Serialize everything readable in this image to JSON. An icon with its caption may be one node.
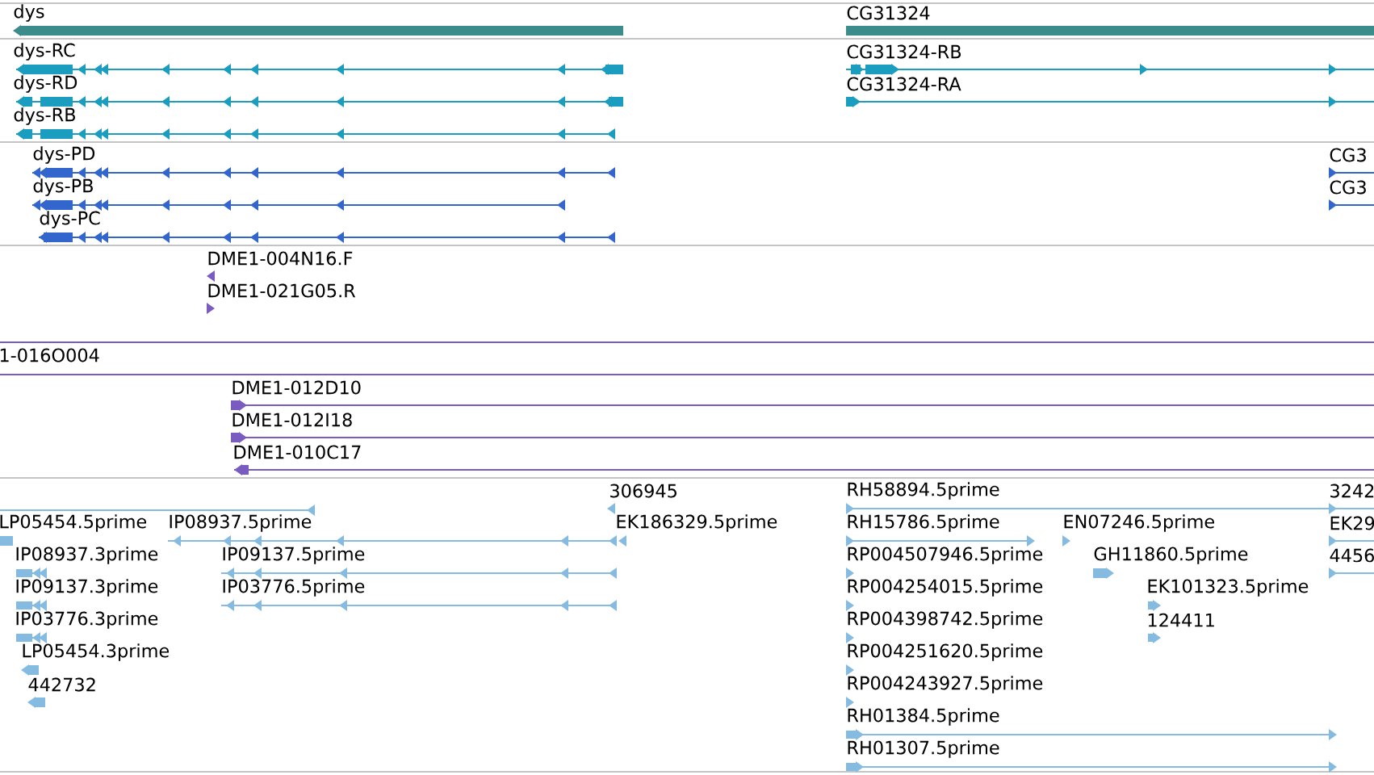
{
  "diagram": {
    "labels": [
      "dys",
      "CG31324",
      "dys-RC",
      "CG31324-RB",
      "dys-RD",
      "CG31324-RA",
      "dys-RB",
      "dys-PD",
      "CG3",
      "dys-PB",
      "CG3",
      "dys-PC",
      "DME1-004N16.F",
      "DME1-021G05.R",
      "1-016O004",
      "DME1-012D10",
      "DME1-012I18",
      "DME1-010C17",
      "306945",
      "RH58894.5prime",
      "3242",
      "LP05454.5prime",
      "IP08937.5prime",
      "EK186329.5prime",
      "RH15786.5prime",
      "EN07246.5prime",
      "EK29",
      "IP08937.3prime",
      "IP09137.5prime",
      "RP004507946.5prime",
      "GH11860.5prime",
      "4456",
      "IP09137.3prime",
      "IP03776.5prime",
      "RP004254015.5prime",
      "EK101323.5prime",
      "IP03776.3prime",
      "RP004398742.5prime",
      "124411",
      "LP05454.3prime",
      "RP004251620.5prime",
      "442732",
      "RP004243927.5prime",
      "RH01384.5prime",
      "RH01307.5prime"
    ]
  }
}
